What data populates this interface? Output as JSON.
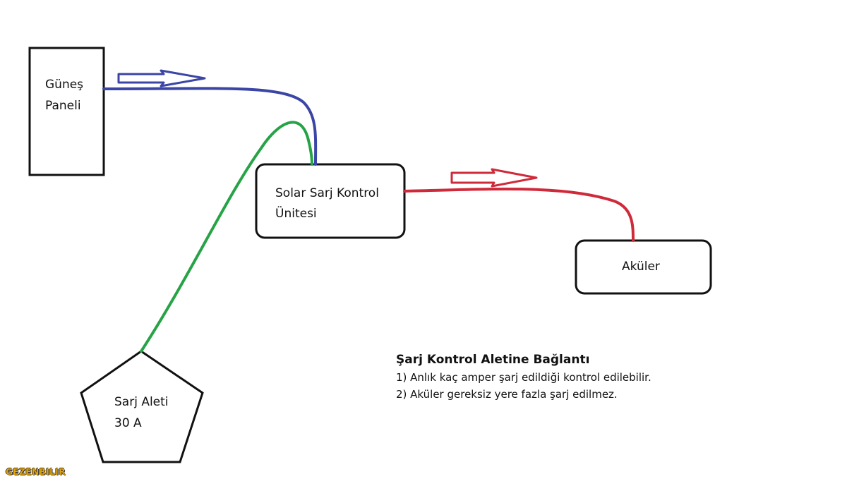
{
  "colors": {
    "panel_wire": "#3a45a6",
    "charger_wire": "#27a347",
    "battery_wire": "#cf2a3a",
    "outline": "#111111"
  },
  "nodes": {
    "panel": {
      "line1": "Güneş",
      "line2": "Paneli"
    },
    "controller": {
      "line1": "Solar Sarj Kontrol",
      "line2": "Ünitesi"
    },
    "batteries": {
      "label": "Aküler"
    },
    "charger": {
      "line1": "Sarj Aleti",
      "line2": "30 A"
    }
  },
  "notes": {
    "title": "Şarj Kontrol Aletine Bağlantı",
    "items": [
      "1) Anlık kaç amper şarj edildiği kontrol edilebilir.",
      "2) Aküler gereksiz yere fazla şarj edilmez."
    ]
  },
  "watermark": "GEZENBILIR"
}
